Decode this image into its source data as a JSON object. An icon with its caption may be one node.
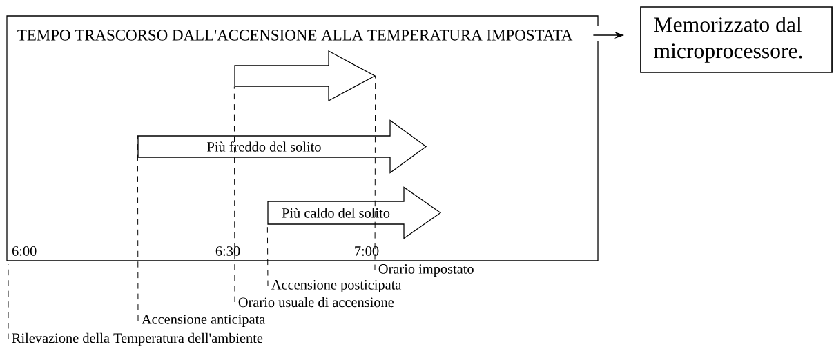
{
  "diagram": {
    "nodes": [
      {
        "text": [
          "TEMPO TRASCORSO DALL'ACCENSIONE ALLA TEMPERATURA IMPOSTATA"
        ]
      },
      {
        "text": [
          "Memorizzato dal microprocessore."
        ]
      },
      {
        "text": [],
        "shape": "arrow"
      },
      {
        "text": [
          "Più freddo del solito"
        ]
      },
      {
        "text": [
          "Più caldo del solito"
        ]
      },
      {
        "text": [
          "Orario impostato"
        ]
      },
      {
        "text": [
          "Accensione posticipata"
        ]
      },
      {
        "text": [
          "Orario usuale di accensione"
        ]
      },
      {
        "text": [
          "Accensione anticipata"
        ]
      },
      {
        "text": [
          "Rilevazione della Temperatura dell'ambiente"
        ]
      }
    ],
    "edges": [
      {
        "from": 0,
        "to": 1,
        "arrow": "to"
      },
      {
        "from": 7,
        "to": 2,
        "arrow": "none",
        "style": "dashed"
      },
      {
        "from": 5,
        "to": 2,
        "arrow": "none",
        "style": "dashed"
      },
      {
        "from": 8,
        "to": 3,
        "arrow": "none",
        "style": "dashed"
      },
      {
        "from": 6,
        "to": 4,
        "arrow": "none",
        "style": "dashed"
      },
      {
        "from": 9,
        "to": null,
        "arrow": "none",
        "style": "dashed"
      }
    ],
    "labels": [
      "6:00",
      "6:30",
      "7:00"
    ]
  }
}
